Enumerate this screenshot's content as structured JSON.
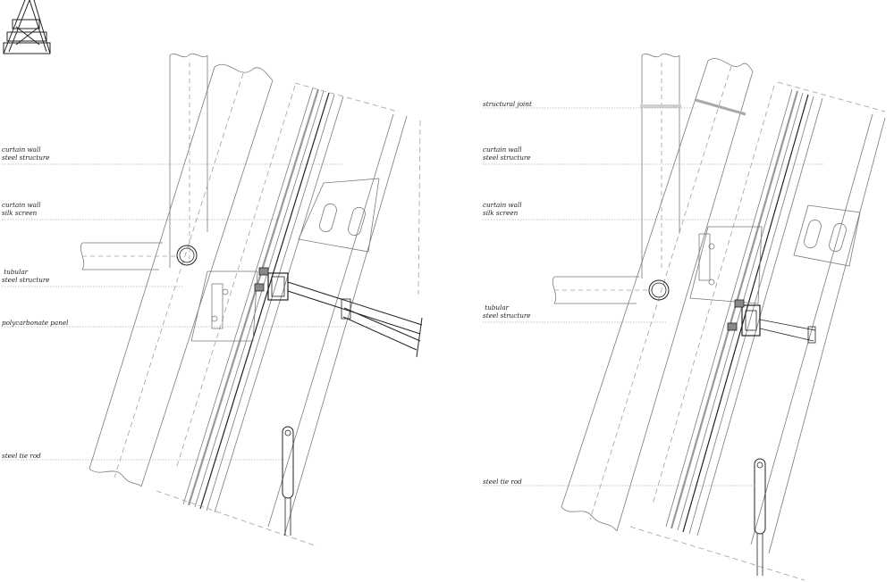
{
  "left_detail": {
    "labels": [
      {
        "id": "curtain-wall-steel-structure",
        "text": "curtain wall\nsteel structure"
      },
      {
        "id": "curtain-wall-silk-screen",
        "text": "curtain wall\nsilk screen"
      },
      {
        "id": "tubular-steel-structure",
        "text": " tubular\nsteel structure"
      },
      {
        "id": "polycarbonate-panel",
        "text": "polycarbonate panel"
      },
      {
        "id": "steel-tie-rod",
        "text": "steel tie rod"
      }
    ]
  },
  "right_detail": {
    "labels": [
      {
        "id": "structural-joint",
        "text": "structural joint"
      },
      {
        "id": "curtain-wall-steel-structure",
        "text": "curtain wall\nsteel structure"
      },
      {
        "id": "curtain-wall-silk-screen",
        "text": "curtain wall\nsilk screen"
      },
      {
        "id": "tubular-steel-structure",
        "text": " tubular\nsteel structure"
      },
      {
        "id": "steel-tie-rod",
        "text": "steel tie rod"
      }
    ]
  },
  "colors": {
    "line": "#7a7a7a",
    "dark": "#222222",
    "dash": "#a0a0a0",
    "fill": "#e6e6e6"
  }
}
